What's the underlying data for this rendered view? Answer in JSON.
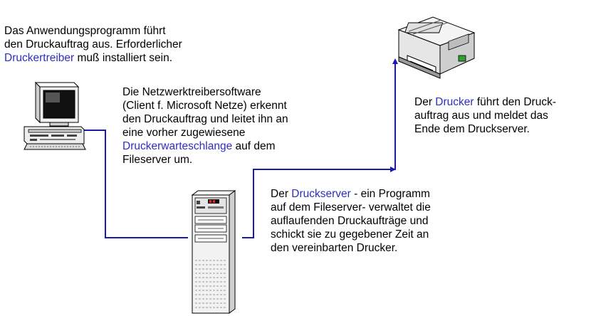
{
  "texts": {
    "app": {
      "l1": "Das Anwendungsprogramm führt",
      "l2": "den Druckauftrag aus. Erforderlicher",
      "l3_hl": "Druckertreiber",
      "l3_rest": " muß installiert sein."
    },
    "netz": {
      "l1": "Die Netzwerktreibersoftware",
      "l2": "(Client f. Microsoft Netze) erkennt",
      "l3": "den Druckauftrag und leitet ihn an",
      "l4": "eine vorher zugewiesene",
      "l5_hl": "Druckerwarteschlange",
      "l5_rest": " auf dem",
      "l6": "Fileserver um."
    },
    "drucker": {
      "l1_pre": "Der ",
      "l1_hl": "Drucker",
      "l1_rest": " führt den Druck-",
      "l2": "auftrag aus und meldet das",
      "l3": "Ende dem Druckserver."
    },
    "server": {
      "l1_pre": "Der ",
      "l1_hl": "Druckserver",
      "l1_rest": " - ein Programm",
      "l2": "auf dem Fileserver- verwaltet die",
      "l3": "auflaufenden Druckaufträge und",
      "l4": "schickt sie zu gegebener Zeit an",
      "l5": "den vereinbarten Drucker."
    }
  },
  "colors": {
    "highlight": "#2e2ec0",
    "line": "#1a1aa8"
  },
  "icons": [
    "workstation-icon",
    "laser-printer-icon",
    "file-server-icon"
  ]
}
